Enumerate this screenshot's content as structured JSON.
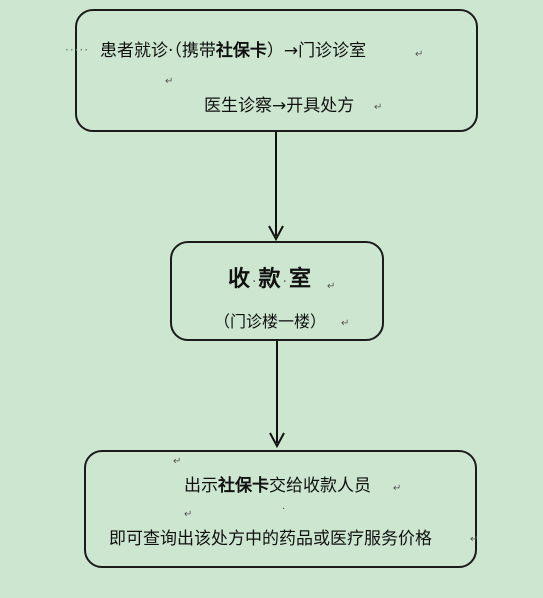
{
  "step1": {
    "line1_pre": "患者就诊·（携带",
    "line1_bold": "社保卡",
    "line1_post": "）→门诊诊室",
    "line2": "医生诊察→开具处方"
  },
  "step2": {
    "title_chars": [
      "收",
      "款",
      "室"
    ],
    "subtitle": "（门诊楼一楼）"
  },
  "step3": {
    "line1_pre": "出示",
    "line1_bold": "社保卡",
    "line1_post": "交给收款人员",
    "line2": "即可查询出该处方中的药品或医疗服务价格"
  },
  "marks": {
    "return": "↵",
    "dot": "·",
    "leader": "·····"
  }
}
